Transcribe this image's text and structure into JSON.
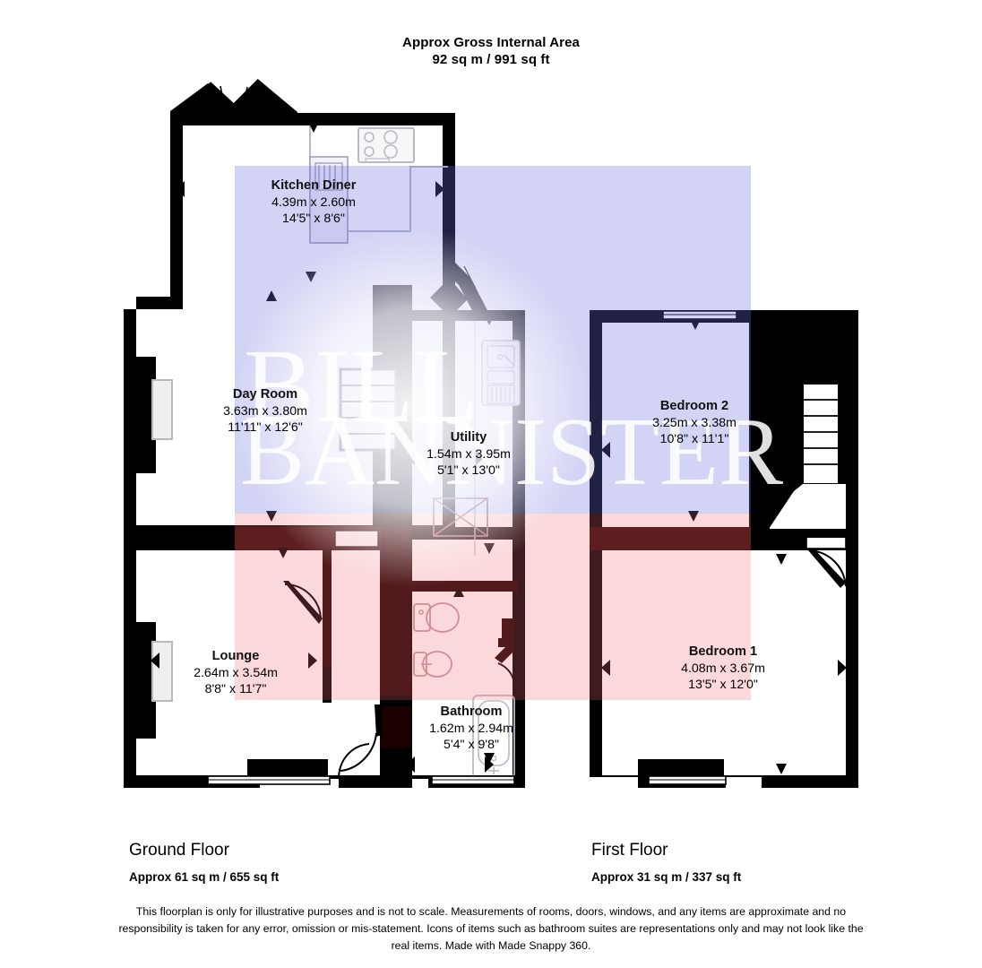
{
  "header": {
    "line1": "Approx Gross Internal Area",
    "line2": "92 sq m / 991 sq ft"
  },
  "watermark": {
    "line1": "BILL",
    "line2": "BANNISTER"
  },
  "floors": [
    {
      "id": "ground",
      "title": "Ground Floor",
      "area": "Approx 61 sq m / 655 sq ft",
      "rooms": [
        {
          "name": "Kitchen Diner",
          "metric": "4.39m x 2.60m",
          "imperial": "14'5\" x 8'6\""
        },
        {
          "name": "Day Room",
          "metric": "3.63m x 3.80m",
          "imperial": "11'11\" x 12'6\""
        },
        {
          "name": "Utility",
          "metric": "1.54m x 3.95m",
          "imperial": "5'1\" x 13'0\""
        },
        {
          "name": "Lounge",
          "metric": "2.64m x 3.54m",
          "imperial": "8'8\" x 11'7\""
        },
        {
          "name": "Bathroom",
          "metric": "1.62m x 2.94m",
          "imperial": "5'4\" x 9'8\""
        }
      ]
    },
    {
      "id": "first",
      "title": "First Floor",
      "area": "Approx 31 sq m / 337 sq ft",
      "rooms": [
        {
          "name": "Bedroom 2",
          "metric": "3.25m x 3.38m",
          "imperial": "10'8\" x 11'1\""
        },
        {
          "name": "Bedroom 1",
          "metric": "4.08m x 3.67m",
          "imperial": "13'5\" x 12'0\""
        }
      ]
    }
  ],
  "disclaimer": "This floorplan is only for illustrative purposes and is not to scale. Measurements of rooms, doors, windows, and any items are approximate and no responsibility is taken for any error, omission or mis-statement. Icons of items such as bathroom suites are representations only and may not look like the real items. Made with Made Snappy 360.",
  "colors": {
    "wall": "#000000",
    "overlay_blue": "#6d6ddd",
    "overlay_pink": "#f08a8a",
    "fixture_stroke": "#8a7f9e",
    "text": "#000000"
  }
}
